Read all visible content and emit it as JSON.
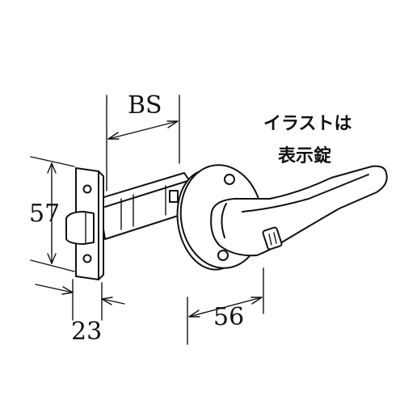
{
  "dimensions": {
    "backset": "BS",
    "height": "57",
    "faceplate_width": "23",
    "lever_length": "56"
  },
  "note": {
    "line1": "イラストは",
    "line2": "表示錠"
  }
}
